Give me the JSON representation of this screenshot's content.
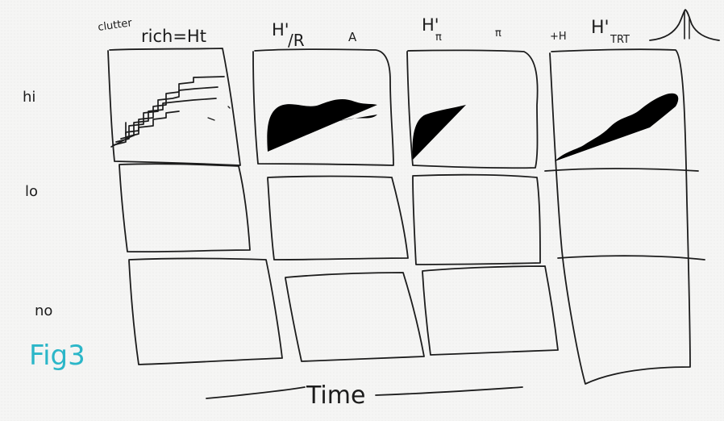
{
  "header": {
    "small_label": "clutter",
    "col1_title": "rich=Ht",
    "col2_title_main": "H'",
    "col2_title_sub": "/R",
    "col2_side": "A",
    "col3_title_main": "H'",
    "col3_title_sub": "π",
    "col3_side": "π",
    "col4_side": "+H",
    "col4_title_main": "H'",
    "col4_title_sub": "TRT"
  },
  "rows": {
    "hi": "hi",
    "lo": "lo",
    "no": "no"
  },
  "figure_label": "Fig3",
  "axis": {
    "x_label": "Time"
  },
  "colors": {
    "ink": "#1c1c1c",
    "figure_label": "#2bb6c8",
    "paper": "#f5f5f4"
  }
}
